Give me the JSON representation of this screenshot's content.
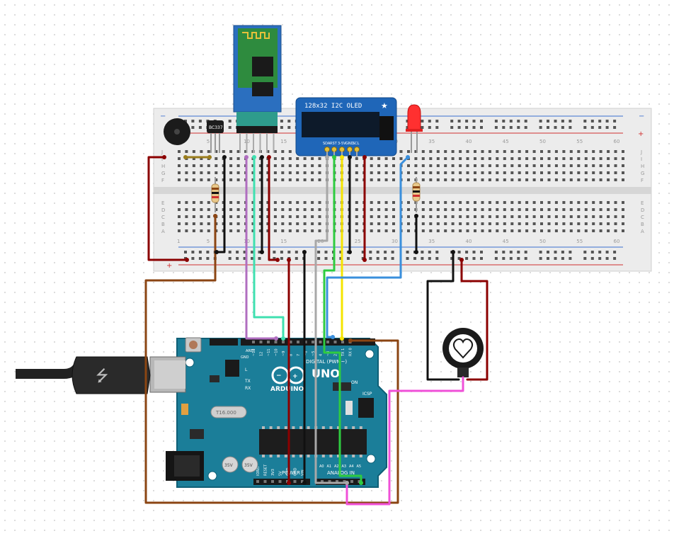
{
  "breadboard": {
    "column_numbers": [
      "1",
      "5",
      "10",
      "15",
      "20",
      "25",
      "30",
      "35",
      "40",
      "45",
      "50",
      "55",
      "60"
    ],
    "row_letters_top": [
      "J",
      "I",
      "H",
      "G",
      "F"
    ],
    "row_letters_bottom": [
      "E",
      "D",
      "C",
      "B",
      "A"
    ],
    "rail_minus": "−",
    "rail_plus": "+"
  },
  "components": {
    "bluetooth": {},
    "oled": {
      "title": "128x32 I2C OLED",
      "pin_labels": [
        "SDA",
        "RST",
        "3-5V",
        "GND",
        "SCL"
      ]
    },
    "transistor": {
      "marking": "BC337"
    },
    "buzzer": {},
    "led": {},
    "pulse_sensor": {},
    "usb_cable": {}
  },
  "arduino": {
    "brand": "ARDUINO",
    "model": "UNO",
    "digital_label": "DIGITAL (PWM~)",
    "analog_label": "ANALOG IN",
    "power_label": "POWER",
    "aref_label": "AREF",
    "gnd_label": "GND",
    "on_label": "ON",
    "tx_label": "TX",
    "rx_label": "RX",
    "l_label": "L",
    "icsp_label": "ICSP",
    "cap_label": "35V",
    "crystal_label": "T16.000",
    "header_labels_digital": [
      "~13",
      "12",
      "~11",
      "~10",
      "~9",
      "8",
      "7",
      "~6",
      "~5",
      "4",
      "~3",
      "2",
      "TX 1",
      "RX 0"
    ],
    "header_labels_power": [
      "IOREF",
      "RESET",
      "3V3",
      "5V",
      "GND",
      "GND",
      "VIN"
    ],
    "header_labels_analog": [
      "A0",
      "A1",
      "A2",
      "A3",
      "A4",
      "A5"
    ]
  },
  "colors": {
    "board_blue": "#1b7e99",
    "breadboard": "#ededed",
    "wire_red": "#8b0000",
    "wire_black": "#111111",
    "wire_brown": "#8b4513",
    "wire_purple": "#b06ec0",
    "wire_teal": "#3fe0b0",
    "wire_green": "#2ecc40",
    "wire_yellow": "#f5e400",
    "wire_gray": "#a8a8a8",
    "wire_blue": "#3a8fdc",
    "wire_pink": "#f050d8",
    "wire_olive": "#9a7d1c"
  }
}
